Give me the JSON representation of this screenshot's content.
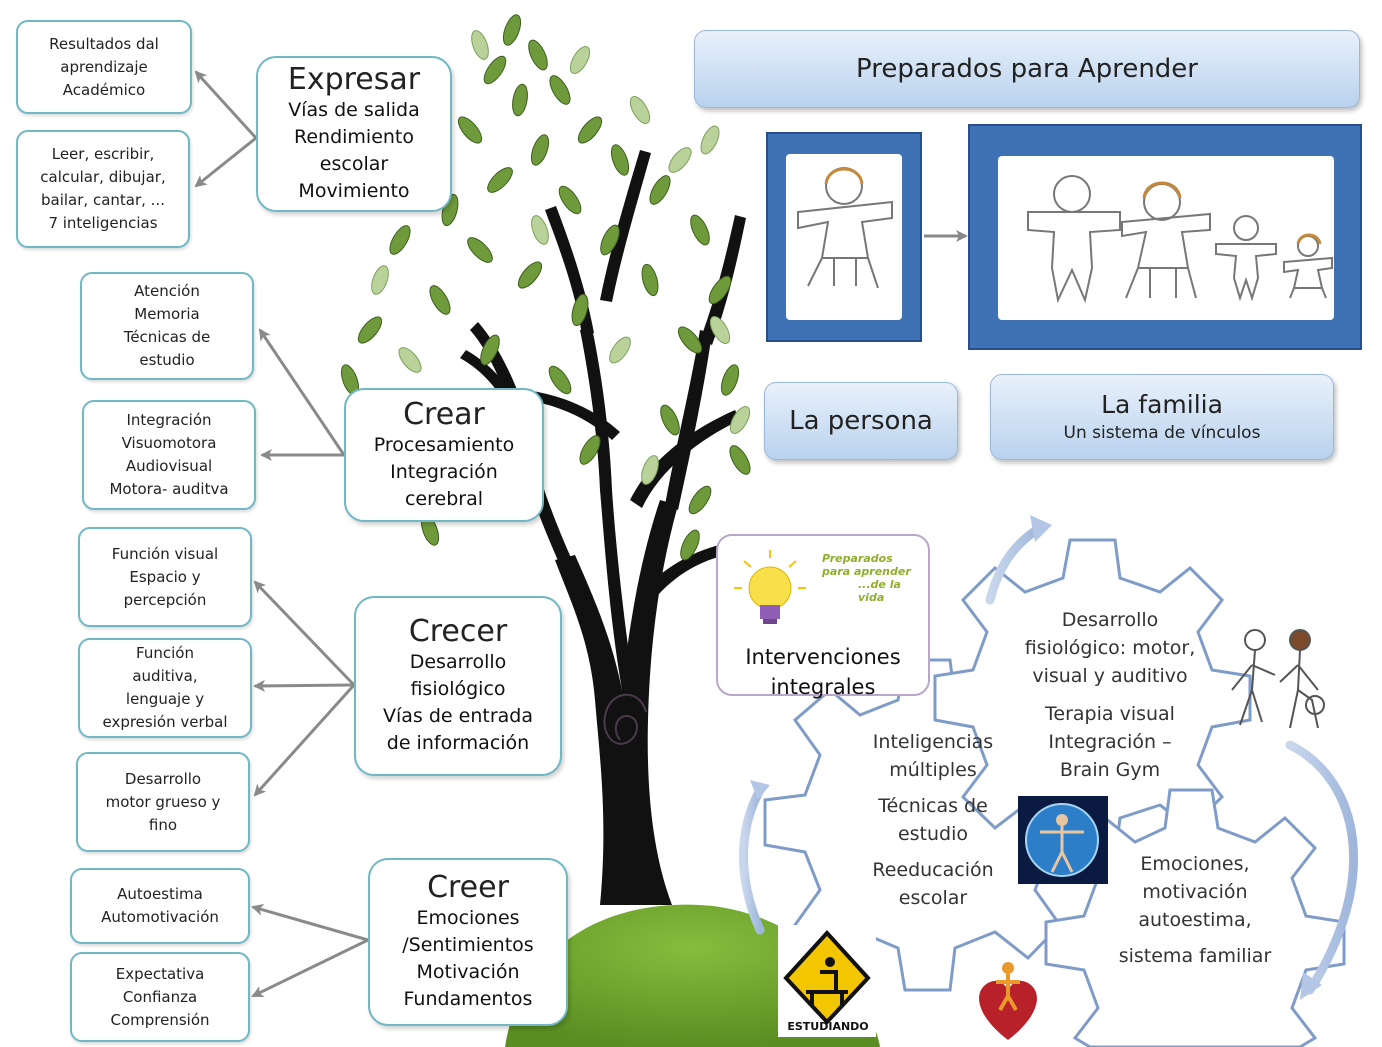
{
  "left_boxes": {
    "resultados": [
      "Resultados dal",
      "aprendizaje",
      "Académico"
    ],
    "leer": [
      "Leer, escribir,",
      "calcular, dibujar,",
      "bailar, cantar, ...",
      "7 inteligencias"
    ],
    "atencion": [
      "Atención",
      "Memoria",
      "Técnicas de",
      "estudio"
    ],
    "integracion": [
      "Integración",
      "Visuomotora",
      "Audiovisual",
      "Motora- auditva"
    ],
    "funcion_visual": [
      "Función visual",
      "Espacio y",
      "percepción"
    ],
    "funcion_auditiva": [
      "Función",
      "auditiva,",
      "lenguaje y",
      "expresión verbal"
    ],
    "desarrollo_motor": [
      "Desarrollo",
      "motor grueso y",
      "fino"
    ],
    "autoestima": [
      "Autoestima",
      "Automotivación"
    ],
    "expectativa": [
      "Expectativa",
      "Confianza",
      "Comprensión"
    ]
  },
  "center_boxes": {
    "expresar": {
      "title": "Expresar",
      "lines": [
        "Vías de salida",
        "Rendimiento",
        "escolar",
        "Movimiento"
      ]
    },
    "crear": {
      "title": "Crear",
      "lines": [
        "Procesamiento",
        "Integración",
        "cerebral"
      ]
    },
    "crecer": {
      "title": "Crecer",
      "lines": [
        "Desarrollo",
        "fisiológico",
        "Vías de entrada",
        "de información"
      ]
    },
    "creer": {
      "title": "Creer",
      "lines": [
        "Emociones",
        "/Sentimientos",
        "Motivación",
        "Fundamentos"
      ]
    }
  },
  "top_banner": "Preparados para Aprender",
  "persona_label": "La persona",
  "familia": {
    "title": "La familia",
    "subtitle": "Un sistema de vínculos"
  },
  "logo": {
    "line1": "Preparados",
    "line2": "para aprender",
    "line3": "...de la vida"
  },
  "intervenciones": [
    "Intervenciones",
    "integrales"
  ],
  "gear_top": [
    "Desarrollo",
    "fisiológico: motor,",
    "visual y auditivo",
    "Terapia visual",
    "Integración –",
    "Brain Gym"
  ],
  "gear_left": [
    "Inteligencias",
    "múltiples",
    "Técnicas de",
    "estudio",
    "Reeducación",
    "escolar"
  ],
  "gear_right": [
    "Emociones,",
    "motivación",
    "autoestima,",
    "sistema familiar"
  ],
  "sign_text": "ESTUDIANDO",
  "colors": {
    "box_border": "#6fb8c4",
    "frame_blue": "#3f72b5",
    "leaf_green": "#6f9a3c",
    "hill_green": "#6ea22f",
    "arrow_grey": "#8a8a8a",
    "gear_border": "#7f9cc9"
  }
}
